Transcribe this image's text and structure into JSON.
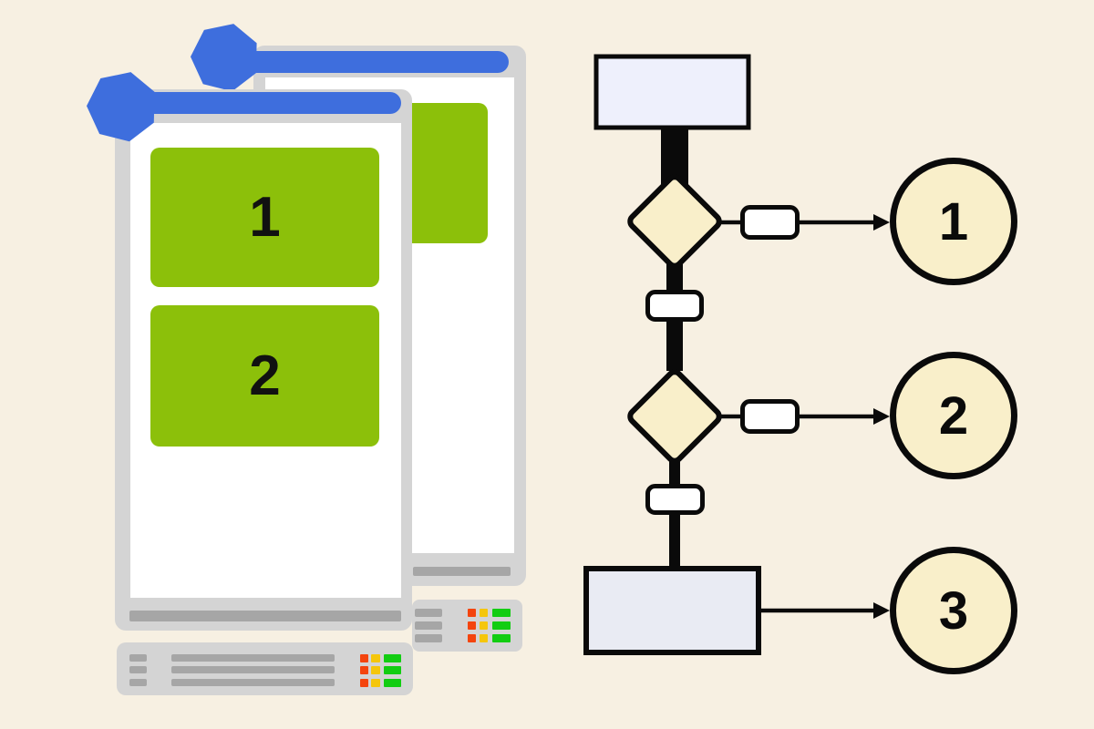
{
  "colors": {
    "bg": "#f7f0e2",
    "accent-blue": "#3e6edd",
    "block-green": "#8cc00a",
    "frame-gray": "#d4d4d4",
    "bar-gray": "#a6a6a6",
    "chip-red": "#f4440e",
    "chip-yellow": "#f5c60b",
    "chip-green": "#12cd12",
    "node-cream": "#f9efca",
    "node-lavender": "#eef0fc",
    "node-lavender-dark": "#e9ebf3",
    "ink": "#0a0a0a",
    "content-white": "#ffffff"
  },
  "icons": {
    "pin": "heptagon-pin"
  },
  "mockups": {
    "front": {
      "blocks": [
        {
          "label": "1"
        },
        {
          "label": "2"
        }
      ]
    },
    "back": {
      "blocks": [
        {
          "label": ""
        }
      ]
    }
  },
  "flowchart": {
    "start_label": "",
    "end_label": "",
    "outcomes": [
      {
        "label": "1"
      },
      {
        "label": "2"
      },
      {
        "label": "3"
      }
    ]
  }
}
